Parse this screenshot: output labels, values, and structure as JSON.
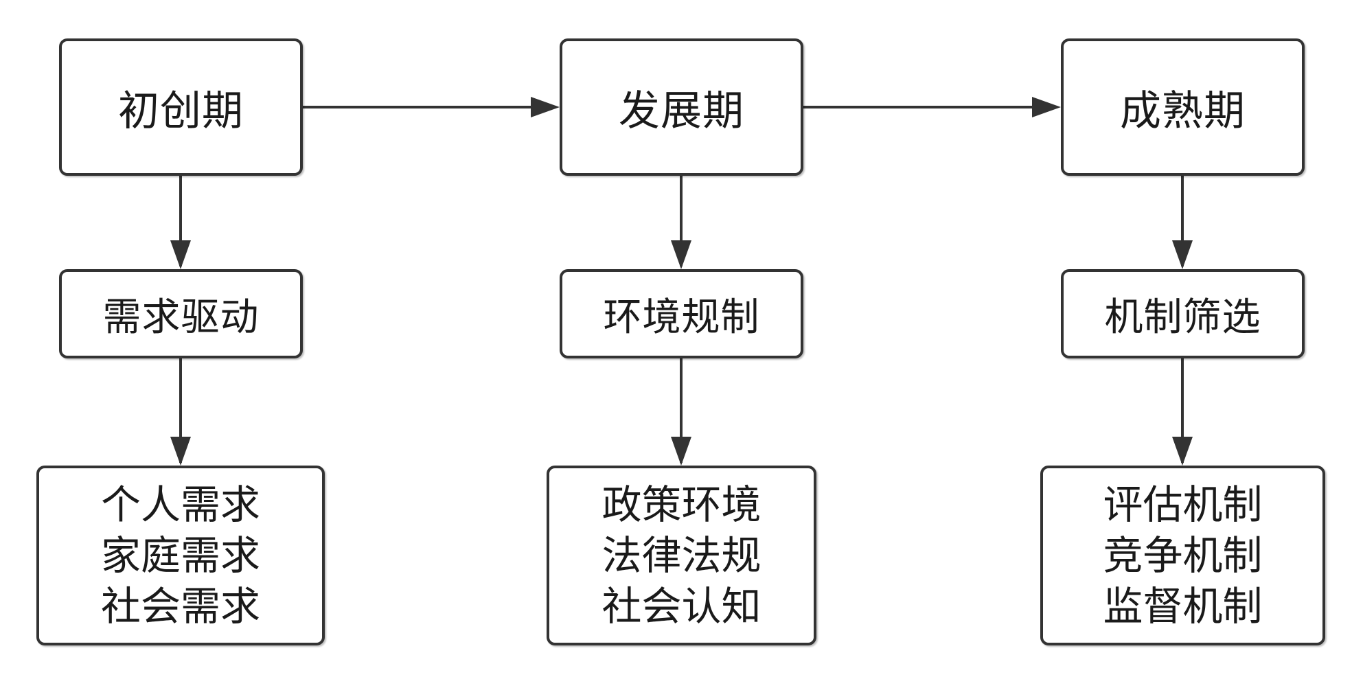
{
  "stages": [
    {
      "name": "初创期",
      "mechanism": "需求驱动",
      "factors": [
        "个人需求",
        "家庭需求",
        "社会需求"
      ]
    },
    {
      "name": "发展期",
      "mechanism": "环境规制",
      "factors": [
        "政策环境",
        "法律法规",
        "社会认知"
      ]
    },
    {
      "name": "成熟期",
      "mechanism": "机制筛选",
      "factors": [
        "评估机制",
        "竞争机制",
        "监督机制"
      ]
    }
  ],
  "colors": {
    "stroke": "#333333",
    "text": "#1a1a1a",
    "background": "#ffffff"
  }
}
